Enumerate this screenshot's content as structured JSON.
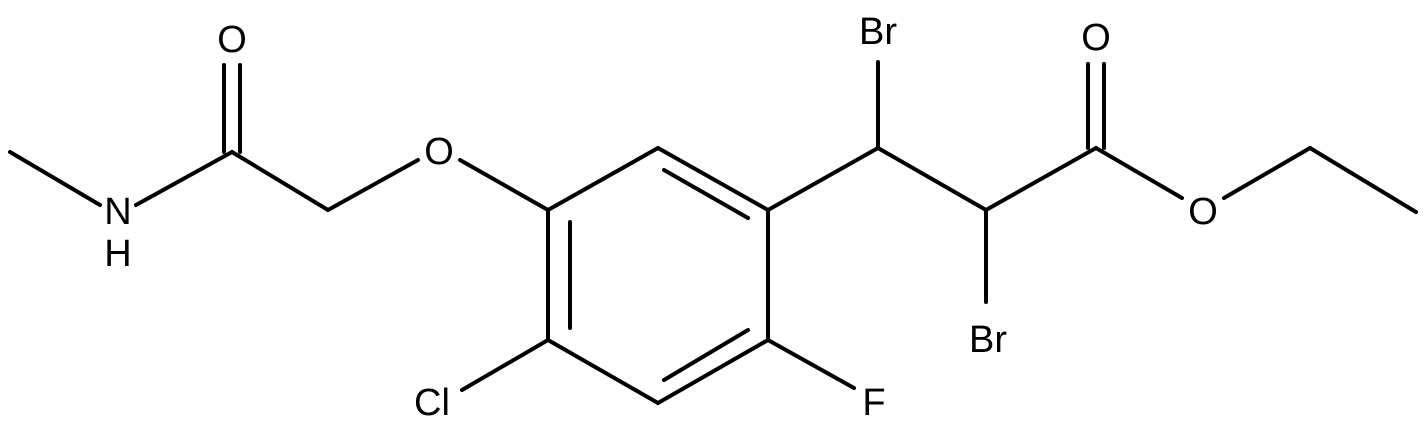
{
  "structure": {
    "atoms": {
      "o_carbonyl_amide": "O",
      "n_amide": "N",
      "h_amide": "H",
      "o_ether": "O",
      "br_upper": "Br",
      "o_carbonyl_ester": "O",
      "o_ester": "O",
      "br_lower": "Br",
      "cl": "Cl",
      "f": "F"
    }
  }
}
